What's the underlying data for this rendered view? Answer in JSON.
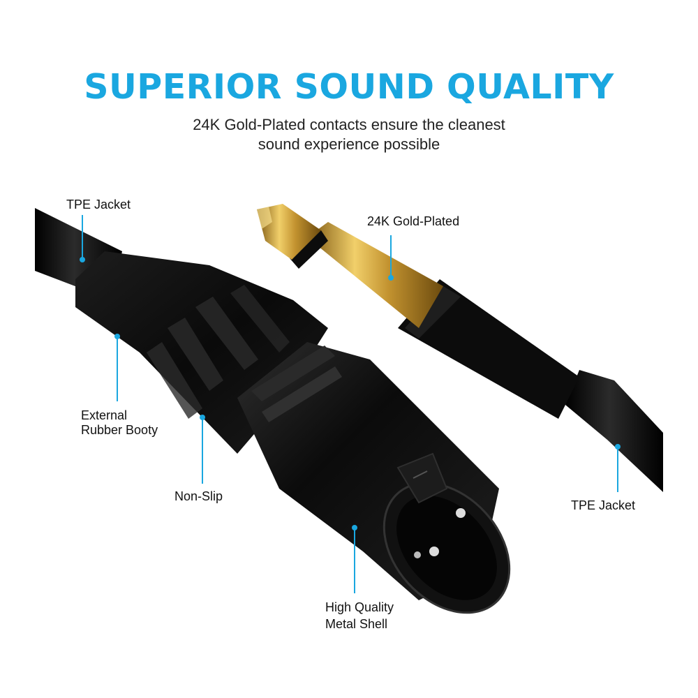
{
  "header": {
    "title": "SUPERIOR SOUND QUALITY",
    "subtitle_line1": "24K Gold-Plated contacts ensure the cleanest",
    "subtitle_line2": "sound experience possible"
  },
  "callouts": {
    "tpe_jacket_left": "TPE Jacket",
    "gold_plated": "24K Gold-Plated",
    "external_booty_line1": "External",
    "external_booty_line2": "Rubber Booty",
    "non_slip": "Non-Slip",
    "tpe_jacket_right": "TPE Jacket",
    "metal_shell_line1": "High Quality",
    "metal_shell_line2": "Metal Shell"
  },
  "colors": {
    "accent": "#1aa7e0",
    "gold": "#d6a93c",
    "black": "#0d0d0d"
  }
}
